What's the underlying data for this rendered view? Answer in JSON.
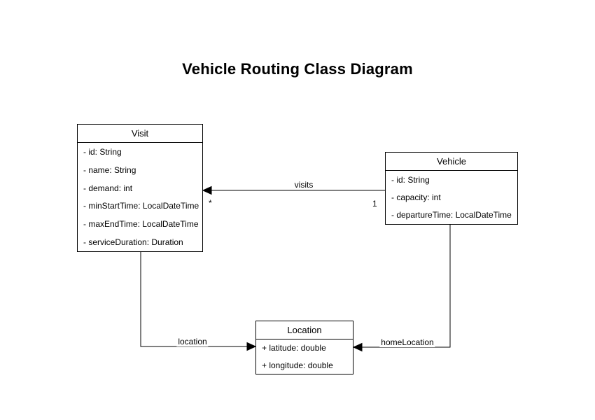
{
  "title": "Vehicle Routing Class Diagram",
  "classes": {
    "visit": {
      "name": "Visit",
      "attributes": [
        "- id: String",
        "- name: String",
        "- demand: int",
        "- minStartTime: LocalDateTime",
        "- maxEndTime: LocalDateTime",
        "- serviceDuration: Duration"
      ]
    },
    "vehicle": {
      "name": "Vehicle",
      "attributes": [
        "- id: String",
        "- capacity: int",
        "- departureTime: LocalDateTime"
      ]
    },
    "location": {
      "name": "Location",
      "attributes": [
        "+ latitude: double",
        "+ longitude: double"
      ]
    }
  },
  "connectors": {
    "visits": {
      "label": "visits",
      "from": "Vehicle",
      "to": "Visit",
      "source_multiplicity": "1",
      "target_multiplicity": "*"
    },
    "location": {
      "label": "location",
      "from": "Visit",
      "to": "Location"
    },
    "homeLocation": {
      "label": "homeLocation",
      "from": "Vehicle",
      "to": "Location"
    }
  },
  "colors": {
    "line": "#000000",
    "text": "#000000",
    "background": "#ffffff",
    "box_fill": "#ffffff"
  }
}
